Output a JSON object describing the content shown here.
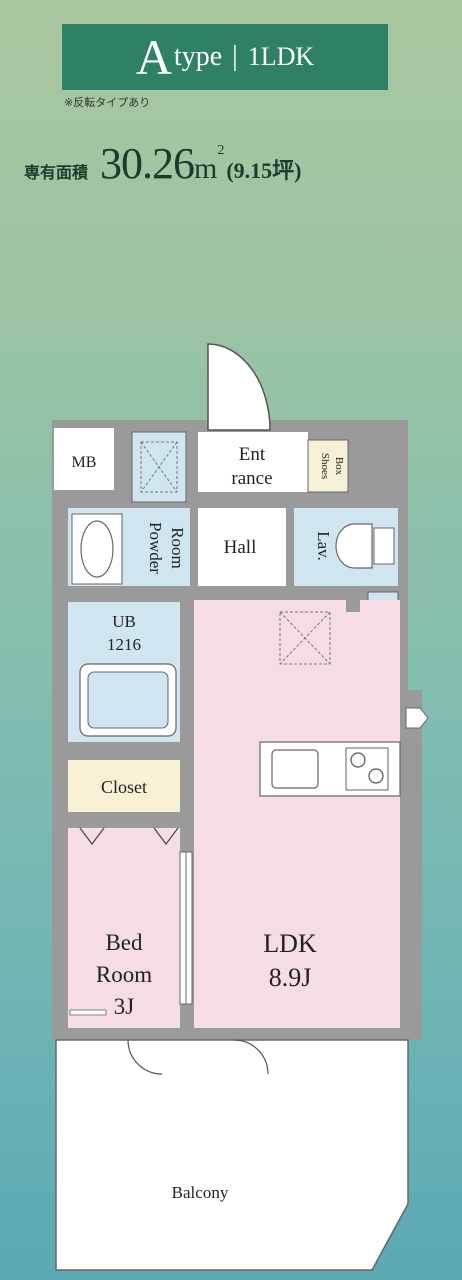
{
  "header": {
    "type_letter": "A",
    "type_suffix": "type",
    "separator": "|",
    "layout": "1LDK",
    "note": "※反転タイプあり"
  },
  "area": {
    "label": "専有面積",
    "value": "30.26",
    "unit": "m",
    "unit_sup": "2",
    "tsubo": "(9.15坪)"
  },
  "rooms": {
    "mb": "MB",
    "entrance_1": "Ent",
    "entrance_2": "rance",
    "shoes_1": "Shoes",
    "shoes_2": "Box",
    "powder_1": "Powder",
    "powder_2": "Room",
    "hall": "Hall",
    "lav": "Lav.",
    "ub_1": "UB",
    "ub_2": "1216",
    "closet": "Closet",
    "bed_1": "Bed",
    "bed_2": "Room",
    "bed_3": "3J",
    "ldk_1": "LDK",
    "ldk_2": "8.9J",
    "balcony": "Balcony"
  },
  "colors": {
    "banner": "#2e8166",
    "wall": "#9a9a9a",
    "wet_area": "#cfe6f1",
    "living": "#f6dce4",
    "closet": "#f6f1d5"
  }
}
